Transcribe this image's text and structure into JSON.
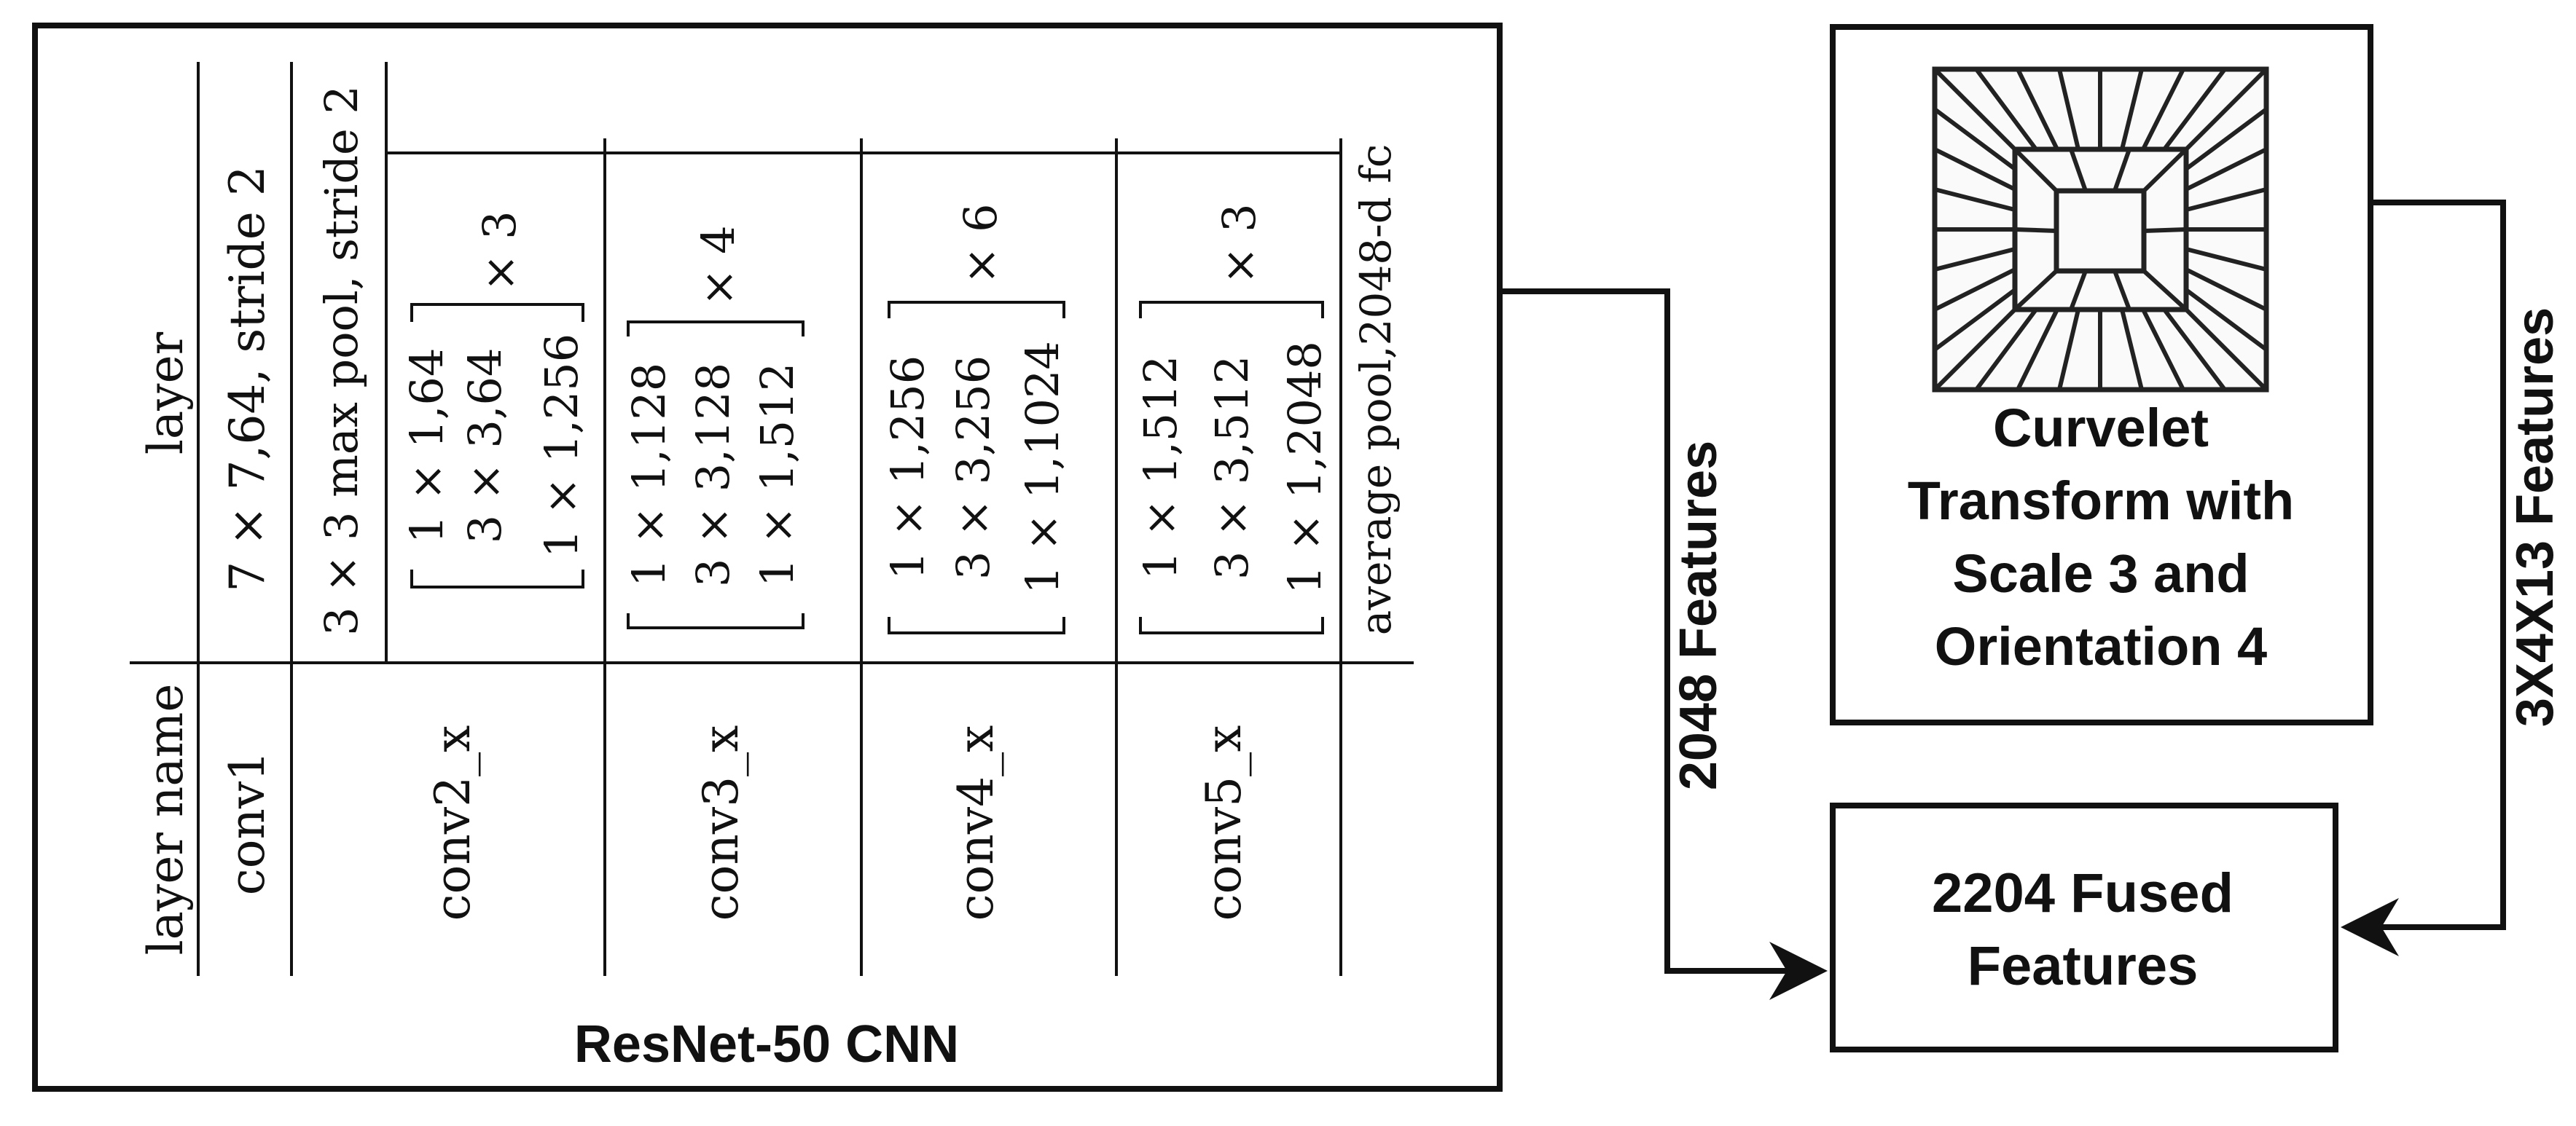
{
  "resnet": {
    "caption": "ResNet-50 CNN",
    "header_layer_name": "layer name",
    "header_layer": "layer",
    "rows": [
      {
        "name": "conv1",
        "spec": "7 × 7,64, stride 2"
      },
      {
        "name": "conv2_x",
        "pre": "3 × 3 max pool, stride 2",
        "lines": [
          "1 × 1,64",
          "3 × 3,64",
          "1 × 1,256"
        ],
        "mult": "× 3"
      },
      {
        "name": "conv3_x",
        "lines": [
          "1 × 1,128",
          "3 × 3,128",
          "1 × 1,512"
        ],
        "mult": "× 4"
      },
      {
        "name": "conv4_x",
        "lines": [
          "1 × 1,256",
          "3 × 3,256",
          "1 × 1,1024"
        ],
        "mult": "× 6"
      },
      {
        "name": "conv5_x",
        "lines": [
          "1 × 1,512",
          "3 × 3,512",
          "1 × 1,2048"
        ],
        "mult": "× 3"
      }
    ],
    "final": "average pool,2048-d fc"
  },
  "curvelet": {
    "lines": [
      "Curvelet",
      "Transform with",
      "Scale 3 and",
      "Orientation 4"
    ]
  },
  "fused": {
    "lines": [
      "2204 Fused",
      "Features"
    ]
  },
  "arrows": {
    "resnet_label": "2048 Features",
    "curvelet_label": "3X4X13 Features"
  }
}
